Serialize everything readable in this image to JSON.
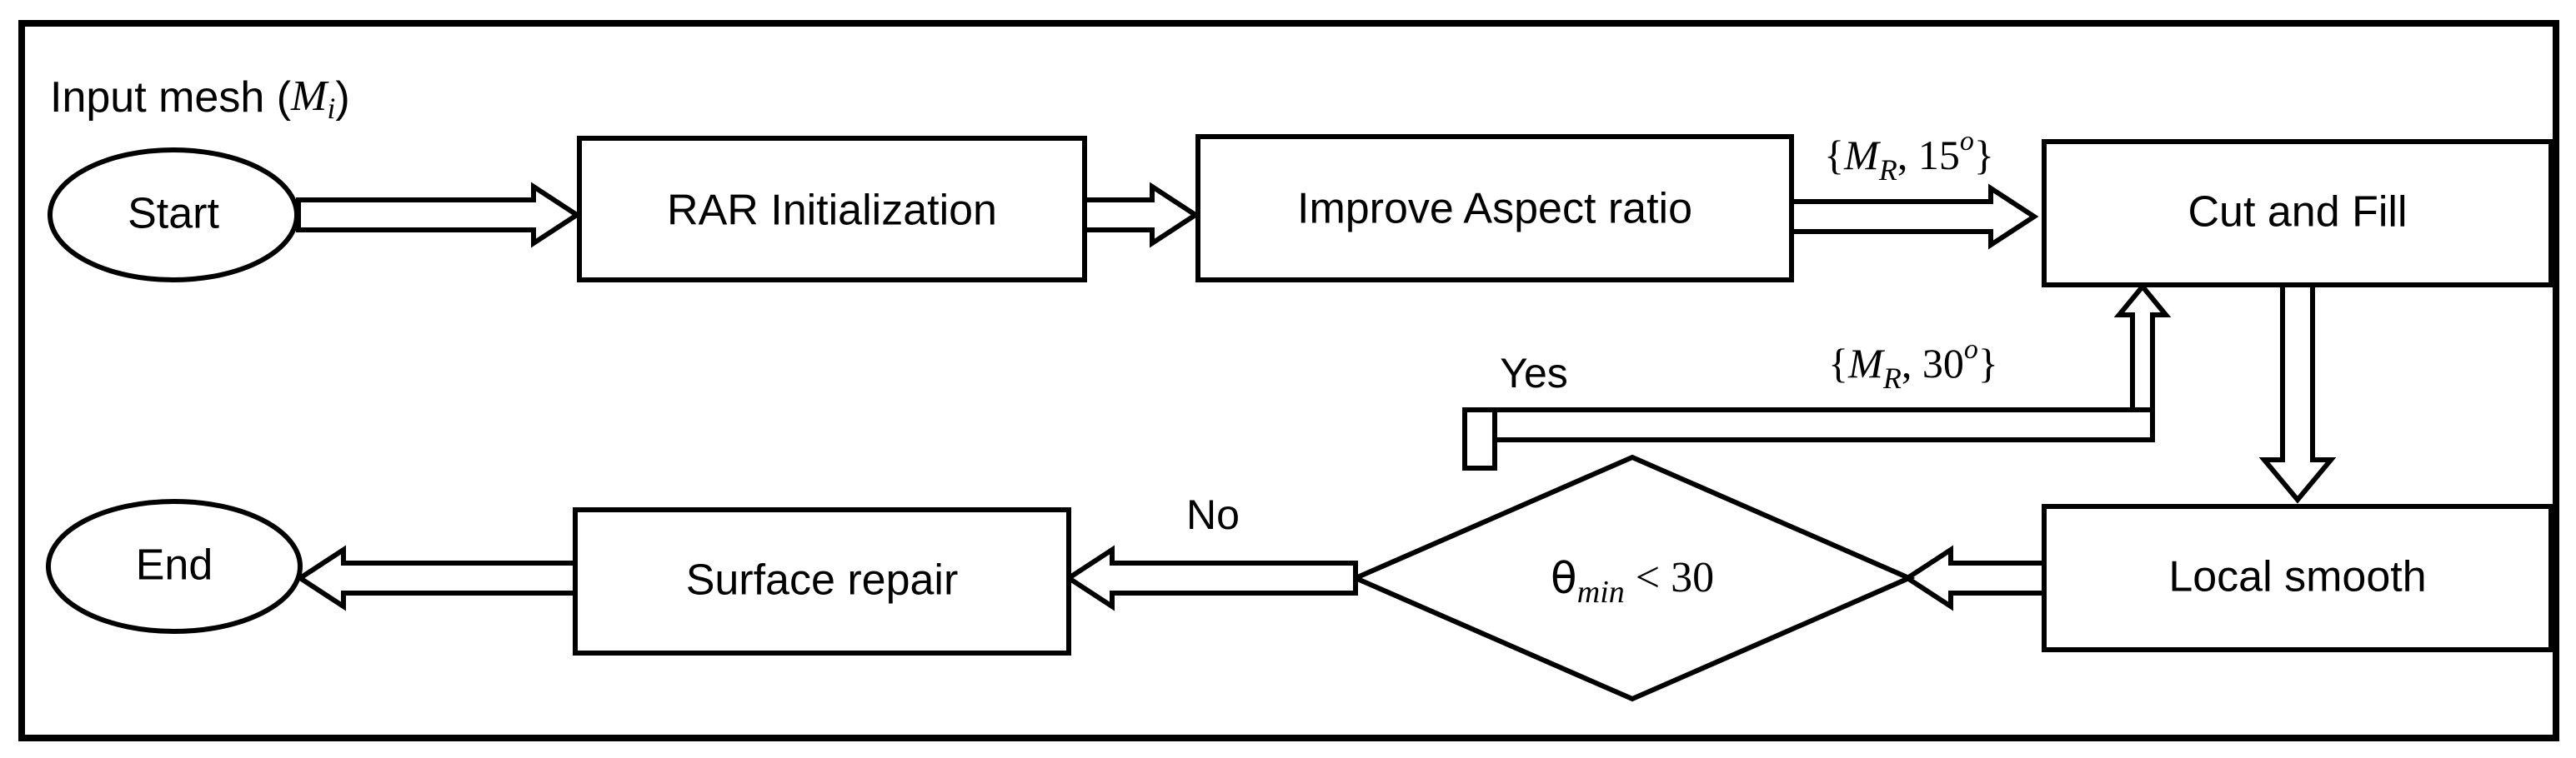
{
  "figure": {
    "caption": {
      "prefix": "Input mesh (",
      "symbol_base": "M",
      "symbol_sub": "i",
      "suffix": ")"
    },
    "nodes": [
      {
        "id": "start",
        "type": "terminator",
        "label": "Start"
      },
      {
        "id": "rar",
        "type": "process",
        "label": "RAR Initialization"
      },
      {
        "id": "improve",
        "type": "process",
        "label": "Improve Aspect ratio"
      },
      {
        "id": "cutfill",
        "type": "process",
        "label": "Cut and Fill"
      },
      {
        "id": "smooth",
        "type": "process",
        "label": "Local smooth"
      },
      {
        "id": "decide",
        "type": "decision",
        "label_theta": "θ",
        "label_sub": "min",
        "label_rest": " < 30"
      },
      {
        "id": "repair",
        "type": "process",
        "label": "Surface repair"
      },
      {
        "id": "end",
        "type": "terminator",
        "label": "End"
      }
    ],
    "edges": [
      {
        "from": "start",
        "to": "rar",
        "label": ""
      },
      {
        "from": "rar",
        "to": "improve",
        "label": ""
      },
      {
        "from": "improve",
        "to": "cutfill",
        "label": "{MR, 15o}"
      },
      {
        "from": "cutfill",
        "to": "smooth",
        "label": ""
      },
      {
        "from": "smooth",
        "to": "decide",
        "label": ""
      },
      {
        "from": "decide",
        "to": "cutfill",
        "label_branch": "Yes",
        "label": "{MR, 30o}"
      },
      {
        "from": "decide",
        "to": "repair",
        "label_branch": "No"
      },
      {
        "from": "repair",
        "to": "end",
        "label": ""
      }
    ],
    "labels": {
      "yes": "Yes",
      "no": "No",
      "mr_15": {
        "open": "{",
        "base": "M",
        "sub": "R",
        "sep": ", ",
        "value": "15",
        "sup": "o",
        "close": "}"
      },
      "mr_30": {
        "open": "{",
        "base": "M",
        "sub": "R",
        "sep": ", ",
        "value": "30",
        "sup": "o",
        "close": "}"
      }
    },
    "colors": {
      "stroke": "#000000",
      "fill": "#ffffff",
      "text": "#000000"
    }
  }
}
